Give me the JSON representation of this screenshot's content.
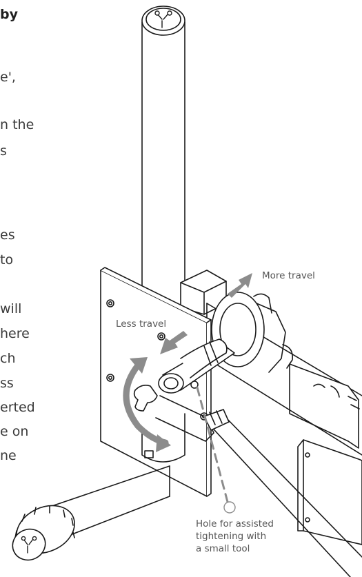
{
  "text_fragments": [
    "by",
    "e',",
    "n the",
    "s",
    "es",
    "to",
    "will",
    "here",
    "ch",
    "ss",
    "erted",
    "e on",
    "ne"
  ],
  "callouts": {
    "more_travel": "More travel",
    "less_travel": "Less travel",
    "hole": [
      "Hole for assisted",
      "tightening with",
      "a small tool"
    ]
  },
  "colors": {
    "line": "#1a1a1a",
    "arrow": "#8c8c8c",
    "text": "#3a3a3a"
  }
}
